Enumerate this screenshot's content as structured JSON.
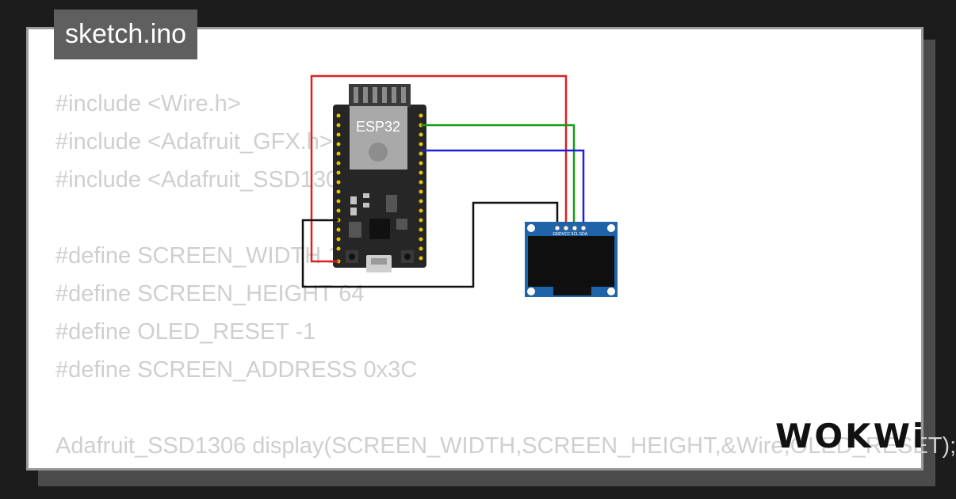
{
  "tab": {
    "title": "sketch.ino"
  },
  "code_lines": [
    "#include <Wire.h>",
    "#include <Adafruit_GFX.h>",
    "#include <Adafruit_SSD1306.h>",
    "",
    "#define SCREEN_WIDTH 128",
    "#define SCREEN_HEIGHT 64",
    "#define OLED_RESET -1",
    "#define SCREEN_ADDRESS 0x3C",
    "",
    "Adafruit_SSD1306 display(SCREEN_WIDTH,SCREEN_HEIGHT,&Wire,OLED_RESET);"
  ],
  "esp32": {
    "label": "ESP32"
  },
  "oled": {
    "pin_labels": [
      "GND",
      "VCC",
      "SCL",
      "SDA"
    ]
  },
  "logo": {
    "text": "WOKWi"
  },
  "colors": {
    "wire_vcc": "#e02020",
    "wire_scl": "#1a9a1a",
    "wire_sda": "#2020dd",
    "wire_gnd": "#111111",
    "oled_board": "#1f63a8"
  }
}
